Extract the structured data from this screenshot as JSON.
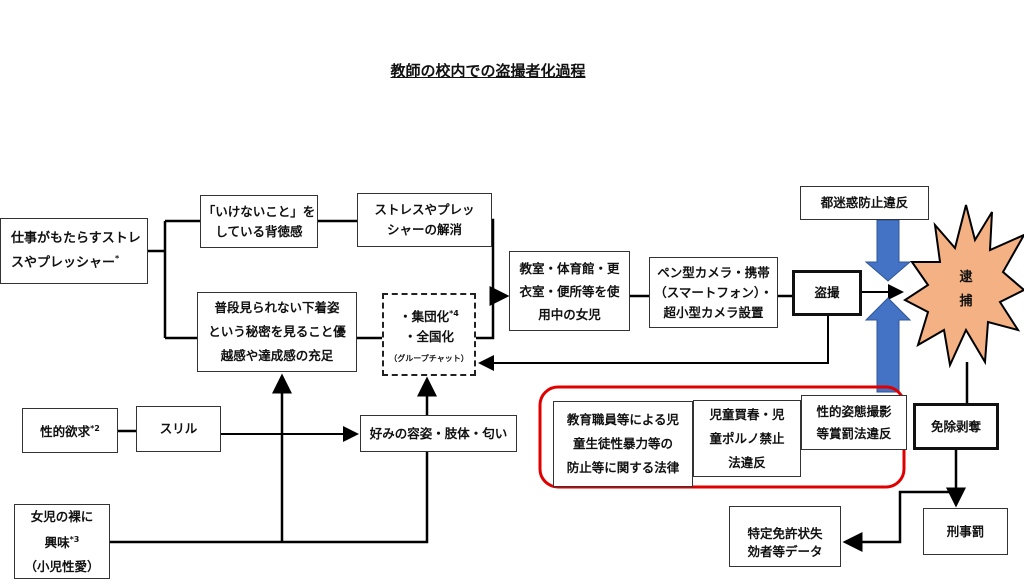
{
  "title": "教師の校内での盗撮者化過程",
  "nodes": {
    "work_stress": "仕事がもたらすストレスやプレッシャー",
    "work_stress_note": "*",
    "guilt": "「いけないこと」を\nしている背徳感",
    "stress_relief": "ストレスやプレッ\nシャーの解消",
    "superiority": "普段見られない下着姿\nという秘密を見ること優\n越感や達成感の充足",
    "group_line1": "・集団化",
    "group_note": "*4",
    "group_line2": "・全国化",
    "group_chat": "（グループチャット）",
    "locations": "教室・体育館・更\n衣室・便所等を使\n用中の女児",
    "cameras": "ペン型カメラ・携帯\n（スマートフォン）・\n超小型カメラ設置",
    "voyeurism": "盗撮",
    "tokyo_ordinance": "都迷惑防止違反",
    "arrest": "逮\n捕",
    "sexual_desire": "性的欲求",
    "sexual_desire_note": "*2",
    "thrill": "スリル",
    "preferences": "好みの容姿・肢体・匂い",
    "interest_line1": "女児の裸に",
    "interest_line2": "興味",
    "interest_note": "*3",
    "interest_line3": "（小児性愛）",
    "law_education": "教育職員等による児\n童生徒性暴力等の\n防止等に関する法律",
    "law_child_porn": "児童買春・児\n童ポルノ禁止\n法違反",
    "law_sexual_imaging": "性的姿態撮影\n等賞罰法違反",
    "dismissal": "免除剥奪",
    "license_db": "特定免許状失\n効者等データ",
    "criminal_penalty": "刑事罰"
  },
  "colors": {
    "blue_arrow": "#4472C4",
    "starburst": "#F4B183",
    "law_group_border": "#E00000"
  }
}
